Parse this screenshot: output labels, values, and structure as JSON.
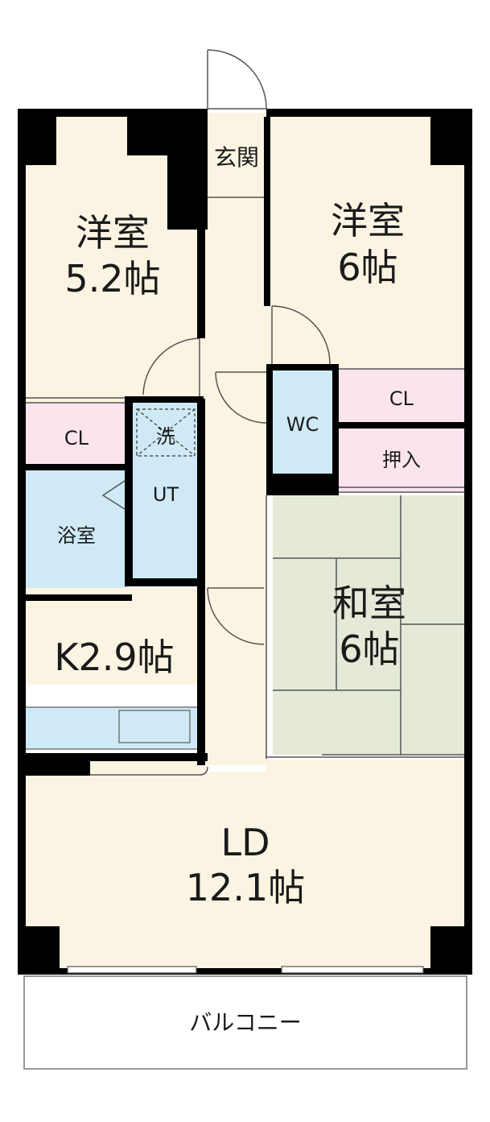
{
  "colors": {
    "floor": "#fbf4e2",
    "closet": "#fce4ee",
    "wet": "#cfeaf6",
    "tatami": "#e4ead7",
    "wall": "#000000",
    "line": "#555555"
  },
  "rooms": {
    "western_left": {
      "name": "洋室",
      "size": "5.2帖"
    },
    "western_right": {
      "name": "洋室",
      "size": "6帖"
    },
    "entrance": {
      "name": "玄関"
    },
    "closet_left": {
      "name": "CL"
    },
    "closet_right": {
      "name": "CL"
    },
    "washer": {
      "name": "洗"
    },
    "utility": {
      "name": "UT"
    },
    "bath": {
      "name": "浴室"
    },
    "toilet": {
      "name": "WC"
    },
    "oshiire": {
      "name": "押入"
    },
    "washitsu": {
      "name": "和室",
      "size": "6帖"
    },
    "kitchen": {
      "name": "K2.9帖"
    },
    "living": {
      "name": "LD",
      "size": "12.1帖"
    },
    "balcony": {
      "name": "バルコニー"
    }
  }
}
